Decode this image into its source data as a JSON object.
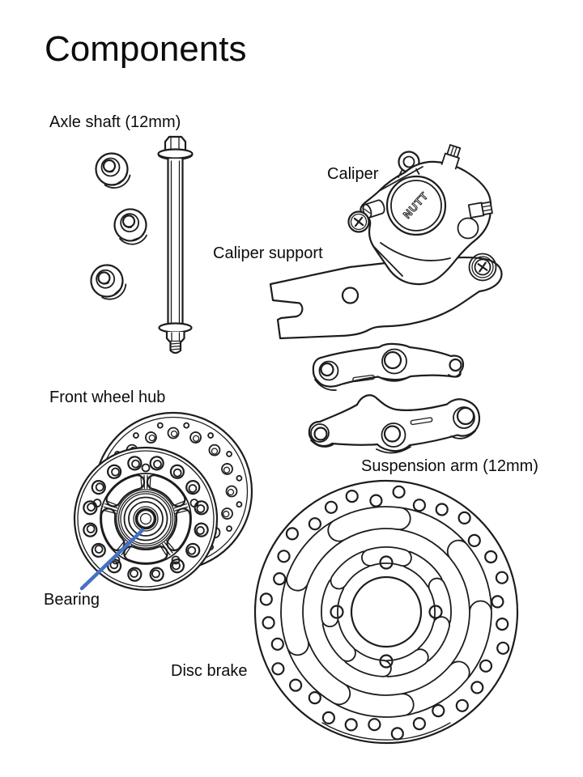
{
  "page": {
    "title": "Components"
  },
  "colors": {
    "line": "#1d1d1d",
    "leader_line": "#4472C4",
    "background": "#ffffff",
    "text": "#0c0c0c"
  },
  "parts": [
    {
      "id": "axle-shaft",
      "label": "Axle shaft (12mm)"
    },
    {
      "id": "caliper",
      "label": "Caliper",
      "brand_mark": "NUTT"
    },
    {
      "id": "caliper-support",
      "label": "Caliper support"
    },
    {
      "id": "suspension-arm",
      "label": "Suspension arm (12mm)"
    },
    {
      "id": "front-wheel-hub",
      "label": "Front wheel hub"
    },
    {
      "id": "bearing",
      "label": "Bearing"
    },
    {
      "id": "disc-brake",
      "label": "Disc brake"
    }
  ]
}
